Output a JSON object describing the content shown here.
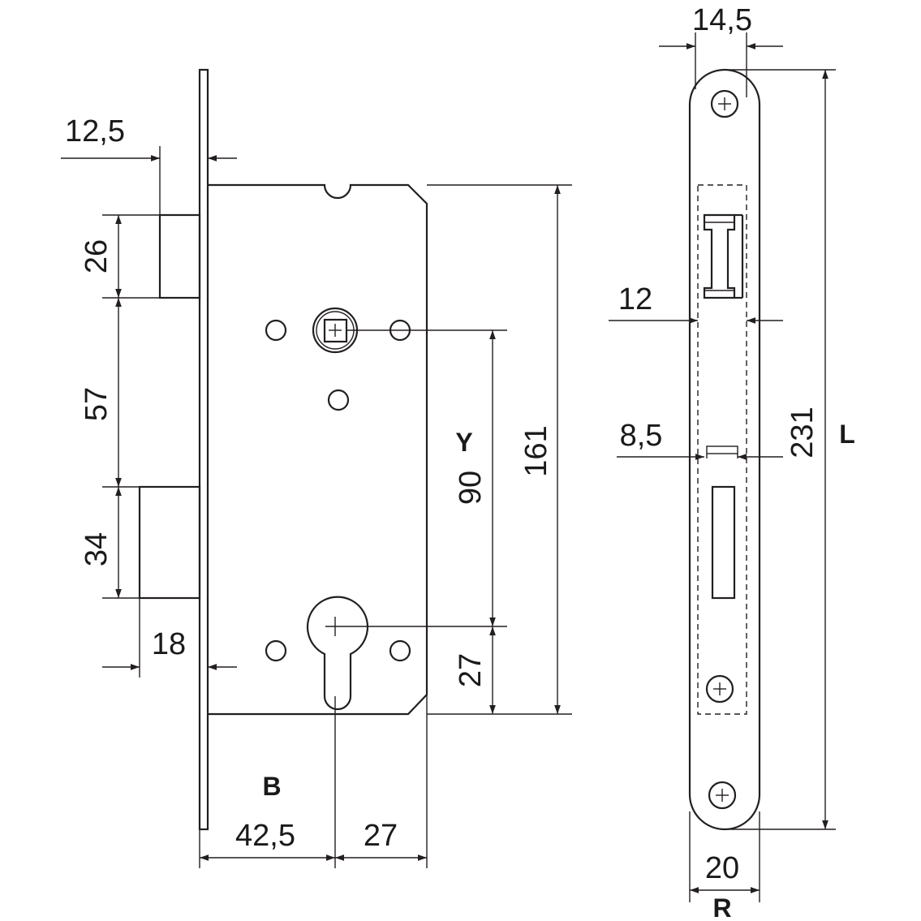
{
  "diagram": {
    "dimensions": {
      "latch_offset": "12,5",
      "latch_height": "26",
      "latch_to_bolt": "57",
      "bolt_height": "34",
      "bolt_projection": "18",
      "backset": "42,5",
      "cylinder_to_edge": "27",
      "cylinder_spacing": "27",
      "handle_to_cylinder": "90",
      "case_height": "161",
      "faceplate_width": "14,5",
      "faceplate_depth_12": "12",
      "faceplate_depth_85": "8,5",
      "faceplate_length": "231",
      "strike_width": "20"
    },
    "labels": {
      "B": "B",
      "Y": "Y",
      "L": "L",
      "R": "R"
    }
  }
}
